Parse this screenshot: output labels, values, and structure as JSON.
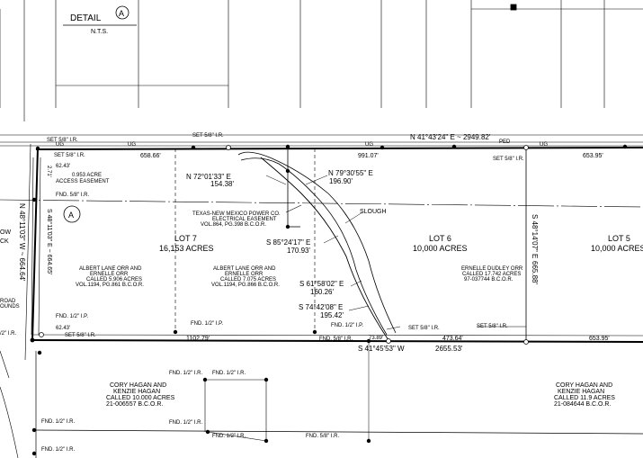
{
  "detail": {
    "title": "DETAIL",
    "marker": "A",
    "scale": "N.T.S."
  },
  "detail_marker_plan": "A",
  "road_labels": {
    "ow": "OW",
    "ck": "CK",
    "road": "ROAD",
    "ounds": "OUNDS",
    "i2": "/2\" I.R."
  },
  "bearings": {
    "north_line": "N 41°43'24\" E ~ 2949.82'",
    "south_line": "S 41°45'53\" W",
    "south_total": "2655.53'",
    "west_line": "N 48°11'03\" W ~ 664.64'",
    "west_inner": "S 48°11'03\" E ~ 664.65'",
    "east_line": "S 48°14'07\" E",
    "east_dist": "665.88'",
    "c1": "N 72°01'33\" E",
    "c1d": "154.38'",
    "c2": "N 79°30'55\" E",
    "c2d": "196.90'",
    "c3": "S 85°24'17\" E",
    "c3d": "170.93'",
    "c4": "S 61°58'02\" E",
    "c4d": "160.26'",
    "c5": "S 74°42'08\" E",
    "c5d": "195.42'"
  },
  "distances": {
    "d1": "658.66'",
    "d2": "991.07'",
    "d3": "653.95'",
    "d4": "62.43'",
    "d5": "62.43'",
    "d6": "1102.79'",
    "d7": "73.89'",
    "d8": "473.64'",
    "d9": "653.95'",
    "d10": "2.71'"
  },
  "monuments": {
    "s58a": "SET 5/8\" I.R.",
    "s58b": "SET 5/8\" I.R.",
    "s58c": "SET 5/8\" I.R.",
    "s58d": "SET 5/8\" I.R.",
    "s58e": "SET 5/8\" I.R.",
    "s58f": "SET 5/8\" I.R.",
    "f58a": "FND. 5/8\" I.R.",
    "f58b": "FND. 5/8\" I.R.",
    "f58c": "FND. 5/8\" I.R.",
    "f12a": "FND. 1/2\" I.P.",
    "f12b": "FND. 1/2\" I.P.",
    "f12c": "FND. 1/2\" I.P.",
    "f12d": "FND. 1/2\" I.P.",
    "f12r1": "FND. 1/2\" I.R.",
    "f12r2": "FND. 1/2\" I.R.",
    "f12r3": "FND. 1/2\" I.R.",
    "f12r4": "FND. 1/2\" I.R.",
    "f12r5": "FND. 1/2\" I.R.",
    "f12r6": "FND. 1/2\" I.R.",
    "f12r7": "FND. 1/2\" I.R.",
    "fnd": "FND.",
    "ped": "PED"
  },
  "utility": {
    "ug1": "UG",
    "ug2": "UG",
    "ug3": "UG",
    "ug4": "UG"
  },
  "easement": {
    "line1": "0.953 ACRE",
    "line2": "ACCESS EASEMENT"
  },
  "power": {
    "line1": "TEXAS-NEW MEXICO POWER CO.",
    "line2": "ELECTRICAL EASEMENT",
    "line3": "VOL.864, PG.398 B.C.O.R."
  },
  "slough": "SLOUGH",
  "lots": [
    {
      "name": "LOT 7",
      "acres": "16,153 ACRES"
    },
    {
      "name": "LOT 6",
      "acres": "10,000 ACRES"
    },
    {
      "name": "LOT 5",
      "acres": "10,000 ACRES"
    }
  ],
  "owners": {
    "o1": [
      "ALBERT LANE ORR AND",
      "ERNELLE ORR",
      "CALLED 5.906 ACRES",
      "VOL.1194, PG.861 B.C.O.R."
    ],
    "o2": [
      "ALBERT LANE ORR AND",
      "ERNELLE ORR",
      "CALLED 7.075 ACRES",
      "VOL.1194, PG.866 B.C.O.R."
    ],
    "o3": [
      "ERNELLE DUDLEY ORR",
      "CALLED 17.742 ACRES",
      "97-037744 B.C.O.R."
    ],
    "o4": [
      "CORY HAGAN AND",
      "KENZIE HAGAN",
      "CALLED 10.000 ACRES",
      "21-006557 B.C.O.R."
    ],
    "o5": [
      "CORY HAGAN AND",
      "KENZIE HAGAN",
      "CALLED 11.9 ACRES",
      "21-084644 B.C.O.R."
    ]
  }
}
